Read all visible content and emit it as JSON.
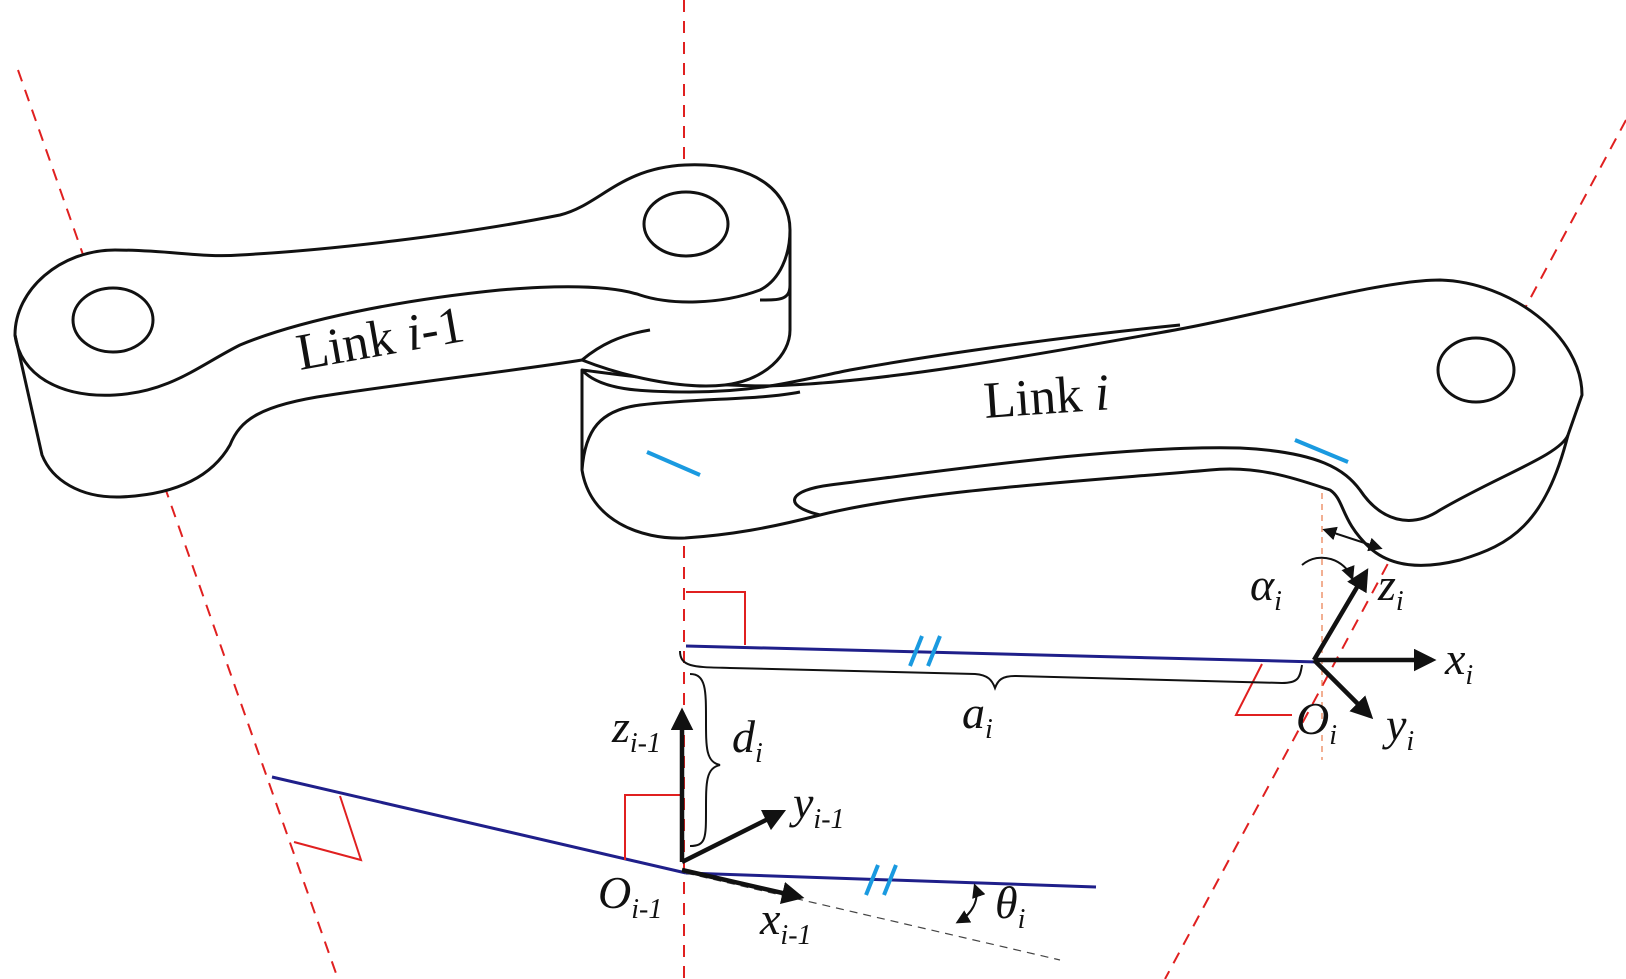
{
  "links": {
    "prev": {
      "prefix": "Link ",
      "index": "i",
      "suffix": "-1"
    },
    "curr": {
      "prefix": "Link ",
      "index": "i",
      "suffix": ""
    }
  },
  "frame_prev": {
    "z": {
      "base": "z",
      "sub": "i-1"
    },
    "y": {
      "base": "y",
      "sub": "i-1"
    },
    "x": {
      "base": "x",
      "sub": "i-1"
    },
    "origin": {
      "base": "O",
      "sub": "i-1"
    }
  },
  "frame_curr": {
    "z": {
      "base": "z",
      "sub": "i"
    },
    "y": {
      "base": "y",
      "sub": "i"
    },
    "x": {
      "base": "x",
      "sub": "i"
    },
    "origin": {
      "base": "O",
      "sub": "i"
    }
  },
  "parameters": {
    "d": {
      "base": "d",
      "sub": "i"
    },
    "a": {
      "base": "a",
      "sub": "i"
    },
    "alpha": {
      "base": "α",
      "sub": "i"
    },
    "theta": {
      "base": "θ",
      "sub": "i"
    }
  },
  "colors": {
    "joint_axis": "#e02020",
    "common_normal": "#1f1f8a",
    "parallel_tick": "#1a9ae0",
    "frame_axis": "#111111"
  },
  "icons": {
    "right_angle": "right-angle-marker-icon",
    "parallel": "parallel-tick-icon"
  }
}
